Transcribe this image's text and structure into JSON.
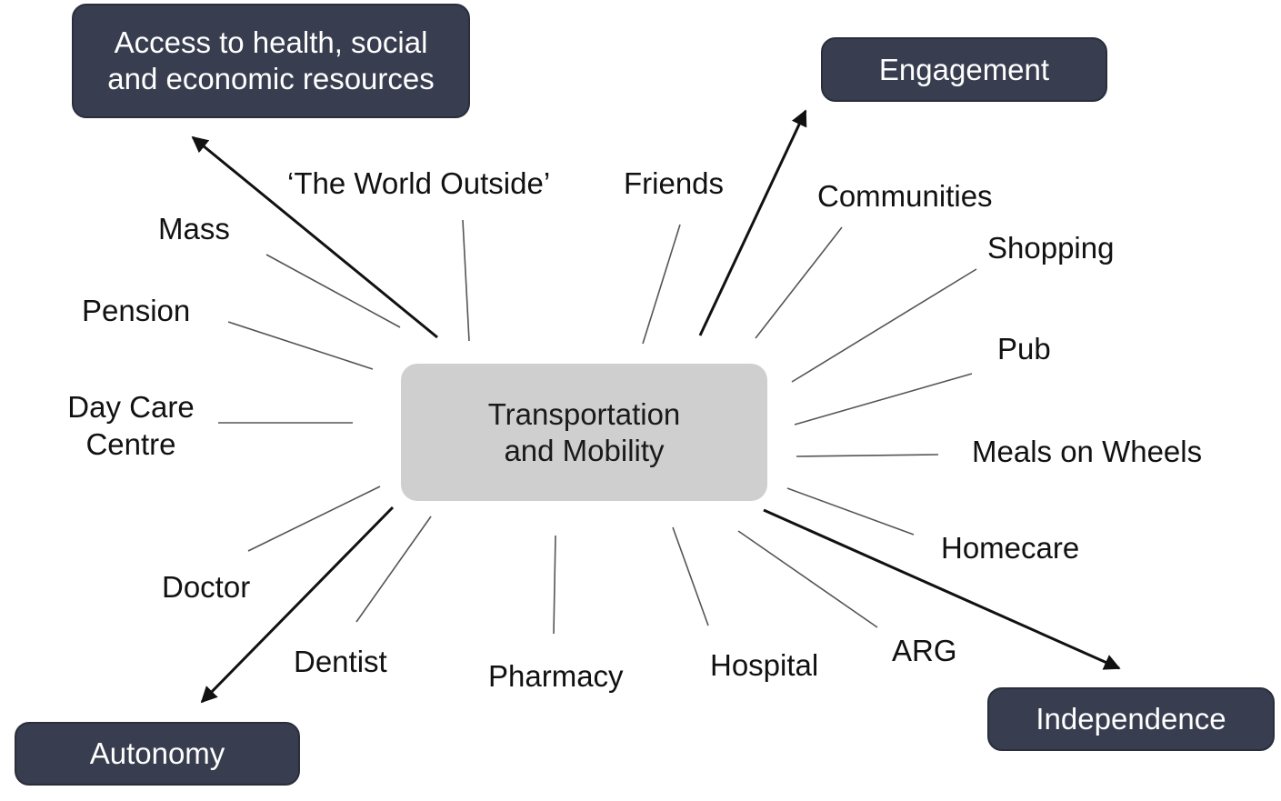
{
  "center": {
    "label_line1": "Transportation",
    "label_line2": "and Mobility"
  },
  "outcomes": {
    "access": {
      "line1": "Access to health, social",
      "line2": "and economic resources"
    },
    "engagement": "Engagement",
    "independence": "Independence",
    "autonomy": "Autonomy"
  },
  "resources": {
    "world_outside": "‘The World Outside’",
    "friends": "Friends",
    "communities": "Communities",
    "shopping": "Shopping",
    "pub": "Pub",
    "meals_on_wheels": "Meals on Wheels",
    "homecare": "Homecare",
    "arg": "ARG",
    "hospital": "Hospital",
    "pharmacy": "Pharmacy",
    "dentist": "Dentist",
    "doctor": "Doctor",
    "day_care_line1": "Day Care",
    "day_care_line2": "Centre",
    "pension": "Pension",
    "mass": "Mass"
  },
  "colors": {
    "outcome_box": "#383d4f",
    "center_box": "#cfcfcf",
    "spoke_line": "#555555",
    "arrow": "#111111"
  }
}
